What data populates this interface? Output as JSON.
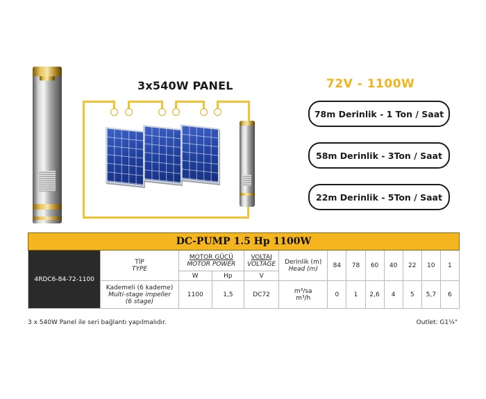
{
  "diagram": {
    "panel_title": "3x540W PANEL",
    "voltage_title": "72V - 1100W",
    "pills": [
      "78m Derinlik - 1 Ton / Saat",
      "58m Derinlik - 3Ton / Saat",
      "22m Derinlik - 5Ton / Saat"
    ],
    "colors": {
      "accent": "#f4b51e",
      "wire": "#f2c230",
      "voltage_text": "#f0b41c",
      "model_cell": "#2a2a2a"
    }
  },
  "table": {
    "title": "DC-PUMP 1.5 Hp 1100W",
    "model": "4RDC6-84-72-1100",
    "tip_label": "TİP",
    "tip_label_en": "TYPE",
    "motor_label": "MOTOR GÜCÜ",
    "motor_label_en": "MOTOR POWER",
    "voltaj_label": "VOLTAJ",
    "voltaj_label_en": "VOLTAGE",
    "unit_w": "W",
    "unit_hp": "Hp",
    "unit_v": "V",
    "head_label": "Derinlik (m)",
    "head_label_en": "Head (m)",
    "flow_label": "m³/sa",
    "flow_label_en": "m³/h",
    "type_value": "Kademeli (6 kademe)",
    "type_value_en_1": "Multi-stage impeller",
    "type_value_en_2": "(6 stage)",
    "power_w": "1100",
    "power_hp": "1,5",
    "voltage": "DC72",
    "heads": [
      "84",
      "78",
      "60",
      "40",
      "22",
      "10",
      "1"
    ],
    "flows": [
      "0",
      "1",
      "2,6",
      "4",
      "5",
      "5,7",
      "6"
    ]
  },
  "footer": {
    "note": "3 x 540W Panel ile seri bağlantı yapılmalıdır.",
    "outlet": "Outlet: G1¼\""
  }
}
